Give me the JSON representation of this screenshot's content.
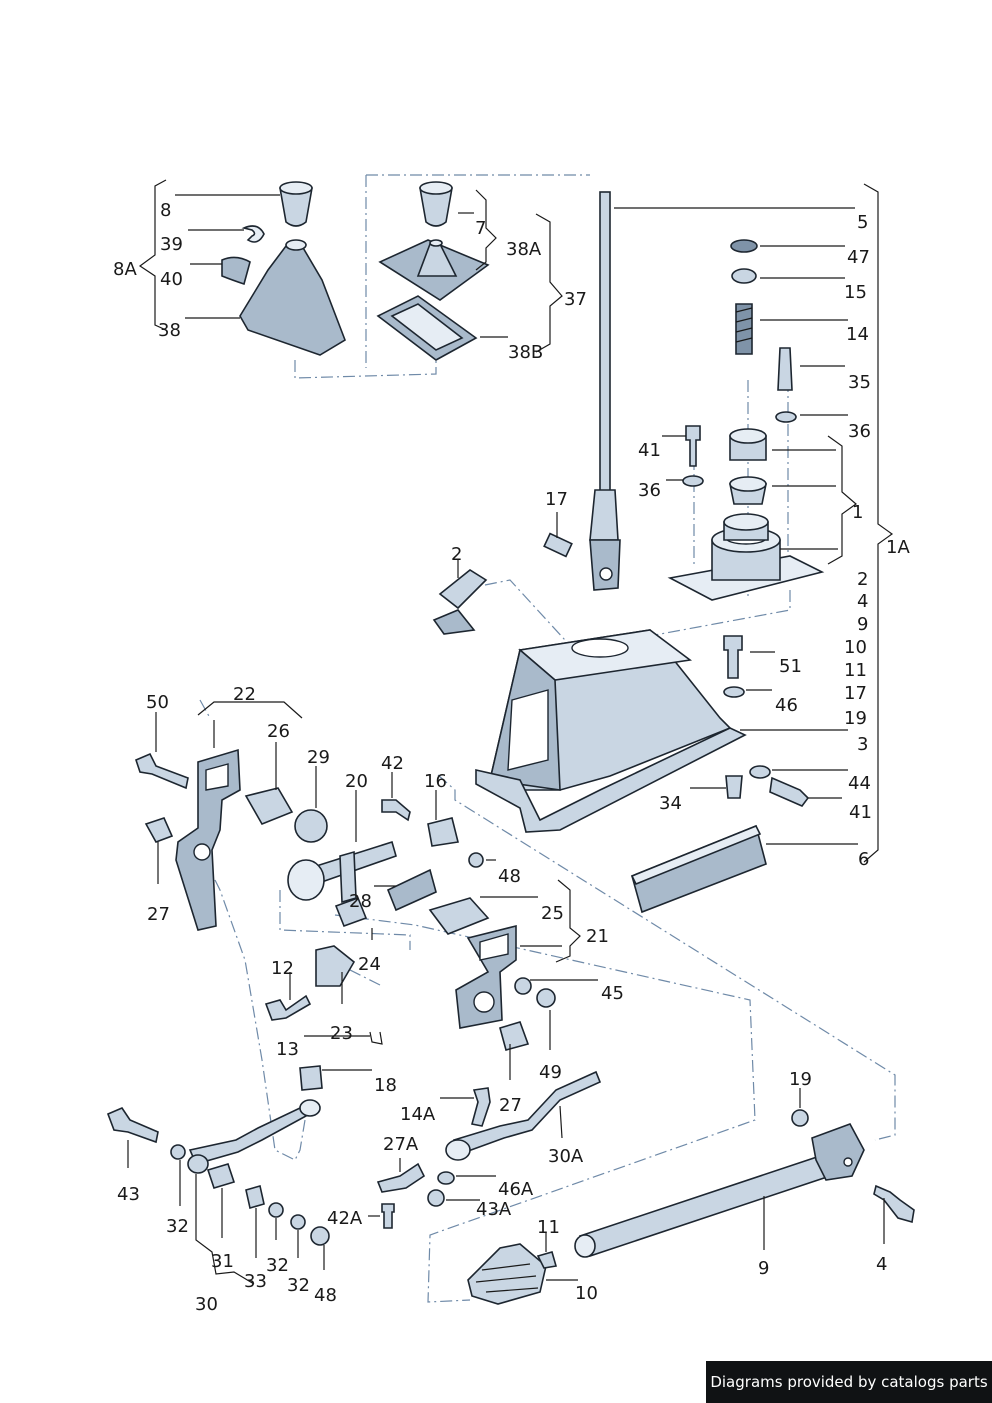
{
  "labels": [
    "8",
    "39",
    "8A",
    "40",
    "38",
    "7",
    "38A",
    "37",
    "38B",
    "5",
    "47",
    "15",
    "14",
    "35",
    "36",
    "41",
    "36",
    "17",
    "1",
    "1A",
    "2",
    "2",
    "4",
    "9",
    "10",
    "11",
    "17",
    "51",
    "46",
    "19",
    "3",
    "44",
    "41",
    "34",
    "6",
    "50",
    "22",
    "26",
    "29",
    "20",
    "42",
    "16",
    "48",
    "27",
    "28",
    "25",
    "21",
    "24",
    "12",
    "45",
    "23",
    "13",
    "18",
    "49",
    "27",
    "14A",
    "30A",
    "19",
    "43",
    "27A",
    "46A",
    "43A",
    "42A",
    "32",
    "31",
    "33",
    "32",
    "32",
    "48",
    "30",
    "11",
    "10",
    "9",
    "4"
  ],
  "credit": "Diagrams provided by catalogs parts"
}
